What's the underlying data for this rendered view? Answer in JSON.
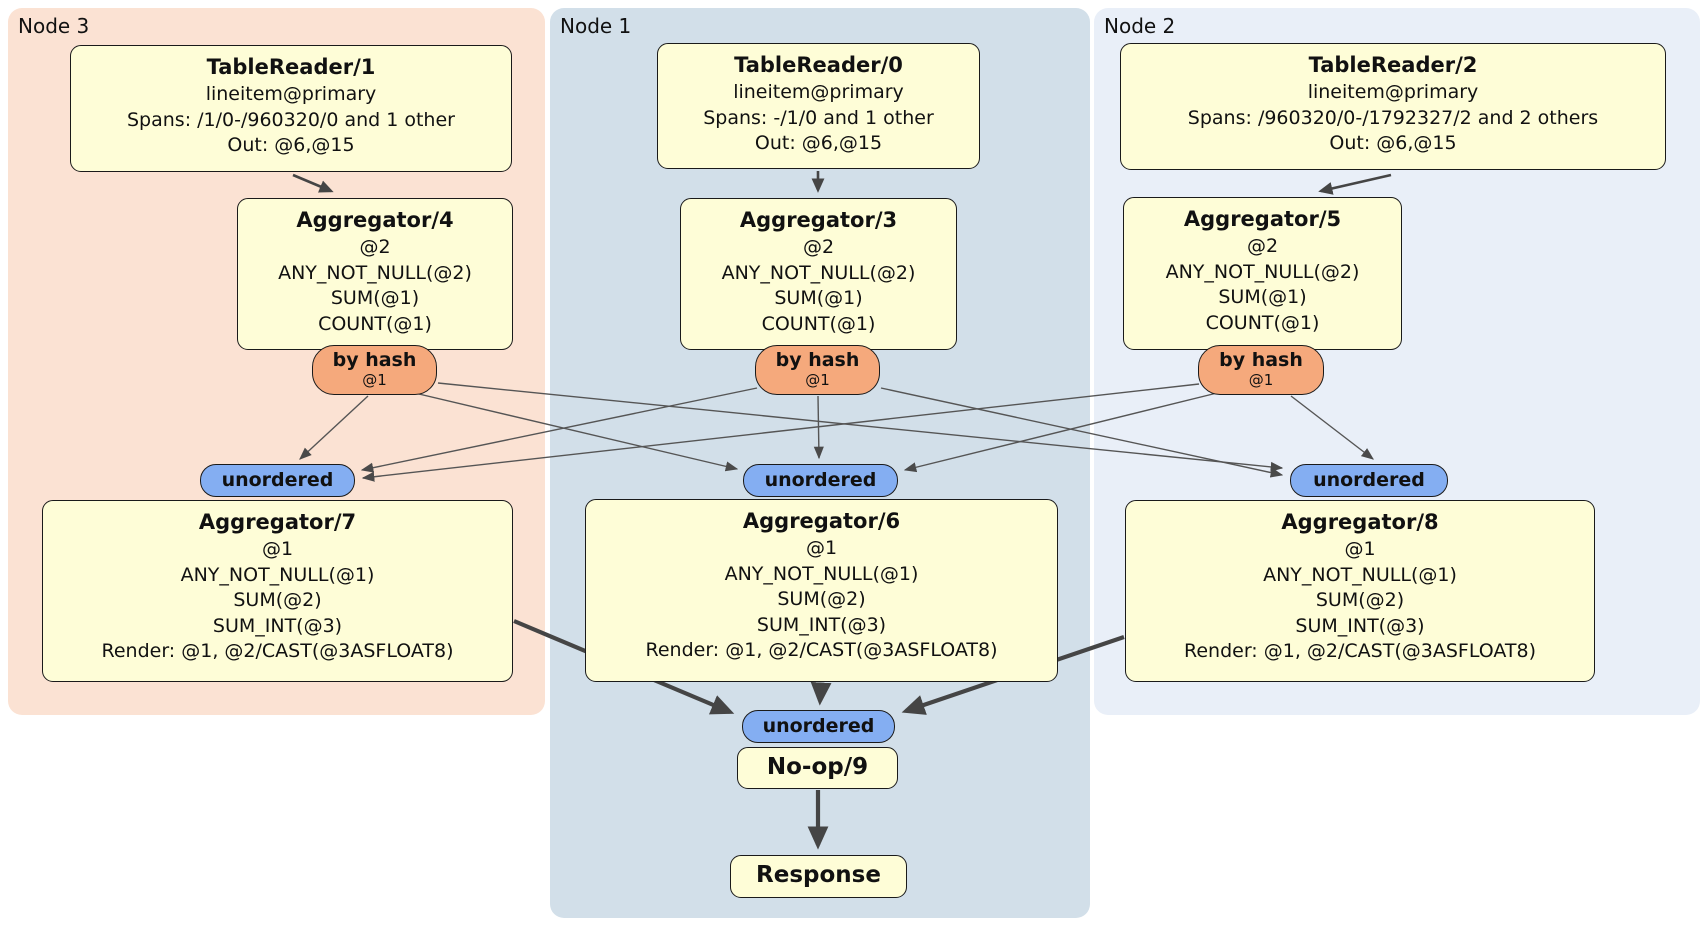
{
  "diagram": {
    "regions": [
      {
        "label": "Node 3"
      },
      {
        "label": "Node 1"
      },
      {
        "label": "Node 2"
      }
    ],
    "operators": {
      "tr1": {
        "title": "TableReader/1",
        "lines": [
          "lineitem@primary",
          "Spans: /1/0-/960320/0 and 1 other",
          "Out: @6,@15"
        ]
      },
      "tr0": {
        "title": "TableReader/0",
        "lines": [
          "lineitem@primary",
          "Spans: -/1/0 and 1 other",
          "Out: @6,@15"
        ]
      },
      "tr2": {
        "title": "TableReader/2",
        "lines": [
          "lineitem@primary",
          "Spans: /960320/0-/1792327/2 and 2 others",
          "Out: @6,@15"
        ]
      },
      "agg4": {
        "title": "Aggregator/4",
        "lines": [
          "@2",
          "ANY_NOT_NULL(@2)",
          "SUM(@1)",
          "COUNT(@1)"
        ]
      },
      "agg3": {
        "title": "Aggregator/3",
        "lines": [
          "@2",
          "ANY_NOT_NULL(@2)",
          "SUM(@1)",
          "COUNT(@1)"
        ]
      },
      "agg5": {
        "title": "Aggregator/5",
        "lines": [
          "@2",
          "ANY_NOT_NULL(@2)",
          "SUM(@1)",
          "COUNT(@1)"
        ]
      },
      "agg7": {
        "title": "Aggregator/7",
        "lines": [
          "@1",
          "ANY_NOT_NULL(@1)",
          "SUM(@2)",
          "SUM_INT(@3)",
          "Render: @1, @2/CAST(@3ASFLOAT8)"
        ]
      },
      "agg6": {
        "title": "Aggregator/6",
        "lines": [
          "@1",
          "ANY_NOT_NULL(@1)",
          "SUM(@2)",
          "SUM_INT(@3)",
          "Render: @1, @2/CAST(@3ASFLOAT8)"
        ]
      },
      "agg8": {
        "title": "Aggregator/8",
        "lines": [
          "@1",
          "ANY_NOT_NULL(@1)",
          "SUM(@2)",
          "SUM_INT(@3)",
          "Render: @1, @2/CAST(@3ASFLOAT8)"
        ]
      },
      "noop": {
        "title": "No-op/9"
      },
      "response": {
        "title": "Response"
      }
    },
    "routers": {
      "hash4": {
        "label": "by hash",
        "detail": "@1"
      },
      "hash3": {
        "label": "by hash",
        "detail": "@1"
      },
      "hash5": {
        "label": "by hash",
        "detail": "@1"
      },
      "unorderedLeft": {
        "label": "unordered"
      },
      "unorderedMiddle": {
        "label": "unordered"
      },
      "unorderedRight": {
        "label": "unordered"
      },
      "unorderedBottom": {
        "label": "unordered"
      }
    },
    "colors": {
      "operator_fill": "#fefdd7",
      "router_hash_fill": "#f5a97c",
      "router_sync_fill": "#84aef2",
      "region_node3_fill": "#fbe2d3",
      "region_node1_fill": "#d2dfe9",
      "region_node2_fill": "#e9eff8",
      "edge": "#454545"
    }
  }
}
